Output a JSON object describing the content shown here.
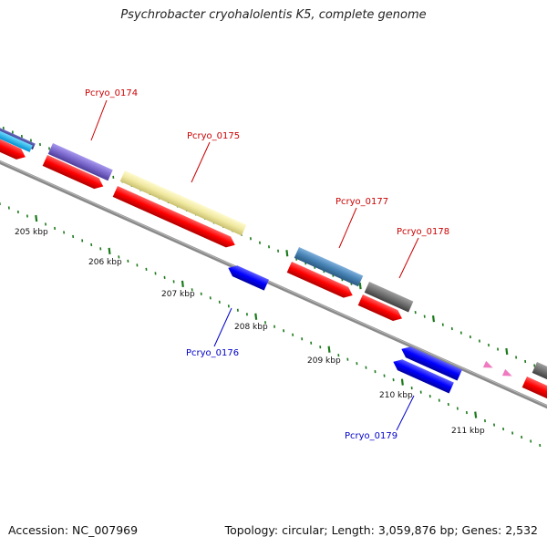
{
  "title": "Psychrobacter cryohalolentis K5, complete genome",
  "footer": {
    "accession": "Accession: NC_007969",
    "topology": "Topology: circular; Length: 3,059,876 bp; Genes: 2,532"
  },
  "ticks": [
    {
      "label": "205 kbp"
    },
    {
      "label": "206 kbp"
    },
    {
      "label": "207 kbp"
    },
    {
      "label": "208 kbp"
    },
    {
      "label": "209 kbp"
    },
    {
      "label": "210 kbp"
    },
    {
      "label": "211 kbp"
    }
  ],
  "genes": [
    {
      "label": "Pcryo_0174",
      "strand": "+",
      "color": "#cc0000"
    },
    {
      "label": "Pcryo_0175",
      "strand": "+",
      "color": "#cc0000"
    },
    {
      "label": "Pcryo_0176",
      "strand": "-",
      "color": "#0000cc"
    },
    {
      "label": "Pcryo_0177",
      "strand": "+",
      "color": "#cc0000"
    },
    {
      "label": "Pcryo_0178",
      "strand": "+",
      "color": "#cc0000"
    },
    {
      "label": "Pcryo_0179",
      "strand": "-",
      "color": "#0000cc"
    }
  ],
  "colors": {
    "forward_cds": "#ff0000",
    "reverse_cds": "#0000ff",
    "backbone": "#8a8a8a",
    "tick": "#1a7a1a",
    "purple_feature": "#7b68cc",
    "yellow_feature": "#f0e8a0",
    "steelblue_feature": "#4682b4",
    "gray_feature": "#707070",
    "pink_feature": "#f07ac0",
    "cyan_feature": "#00b4ff",
    "darkslate_feature": "#3c3c96"
  }
}
